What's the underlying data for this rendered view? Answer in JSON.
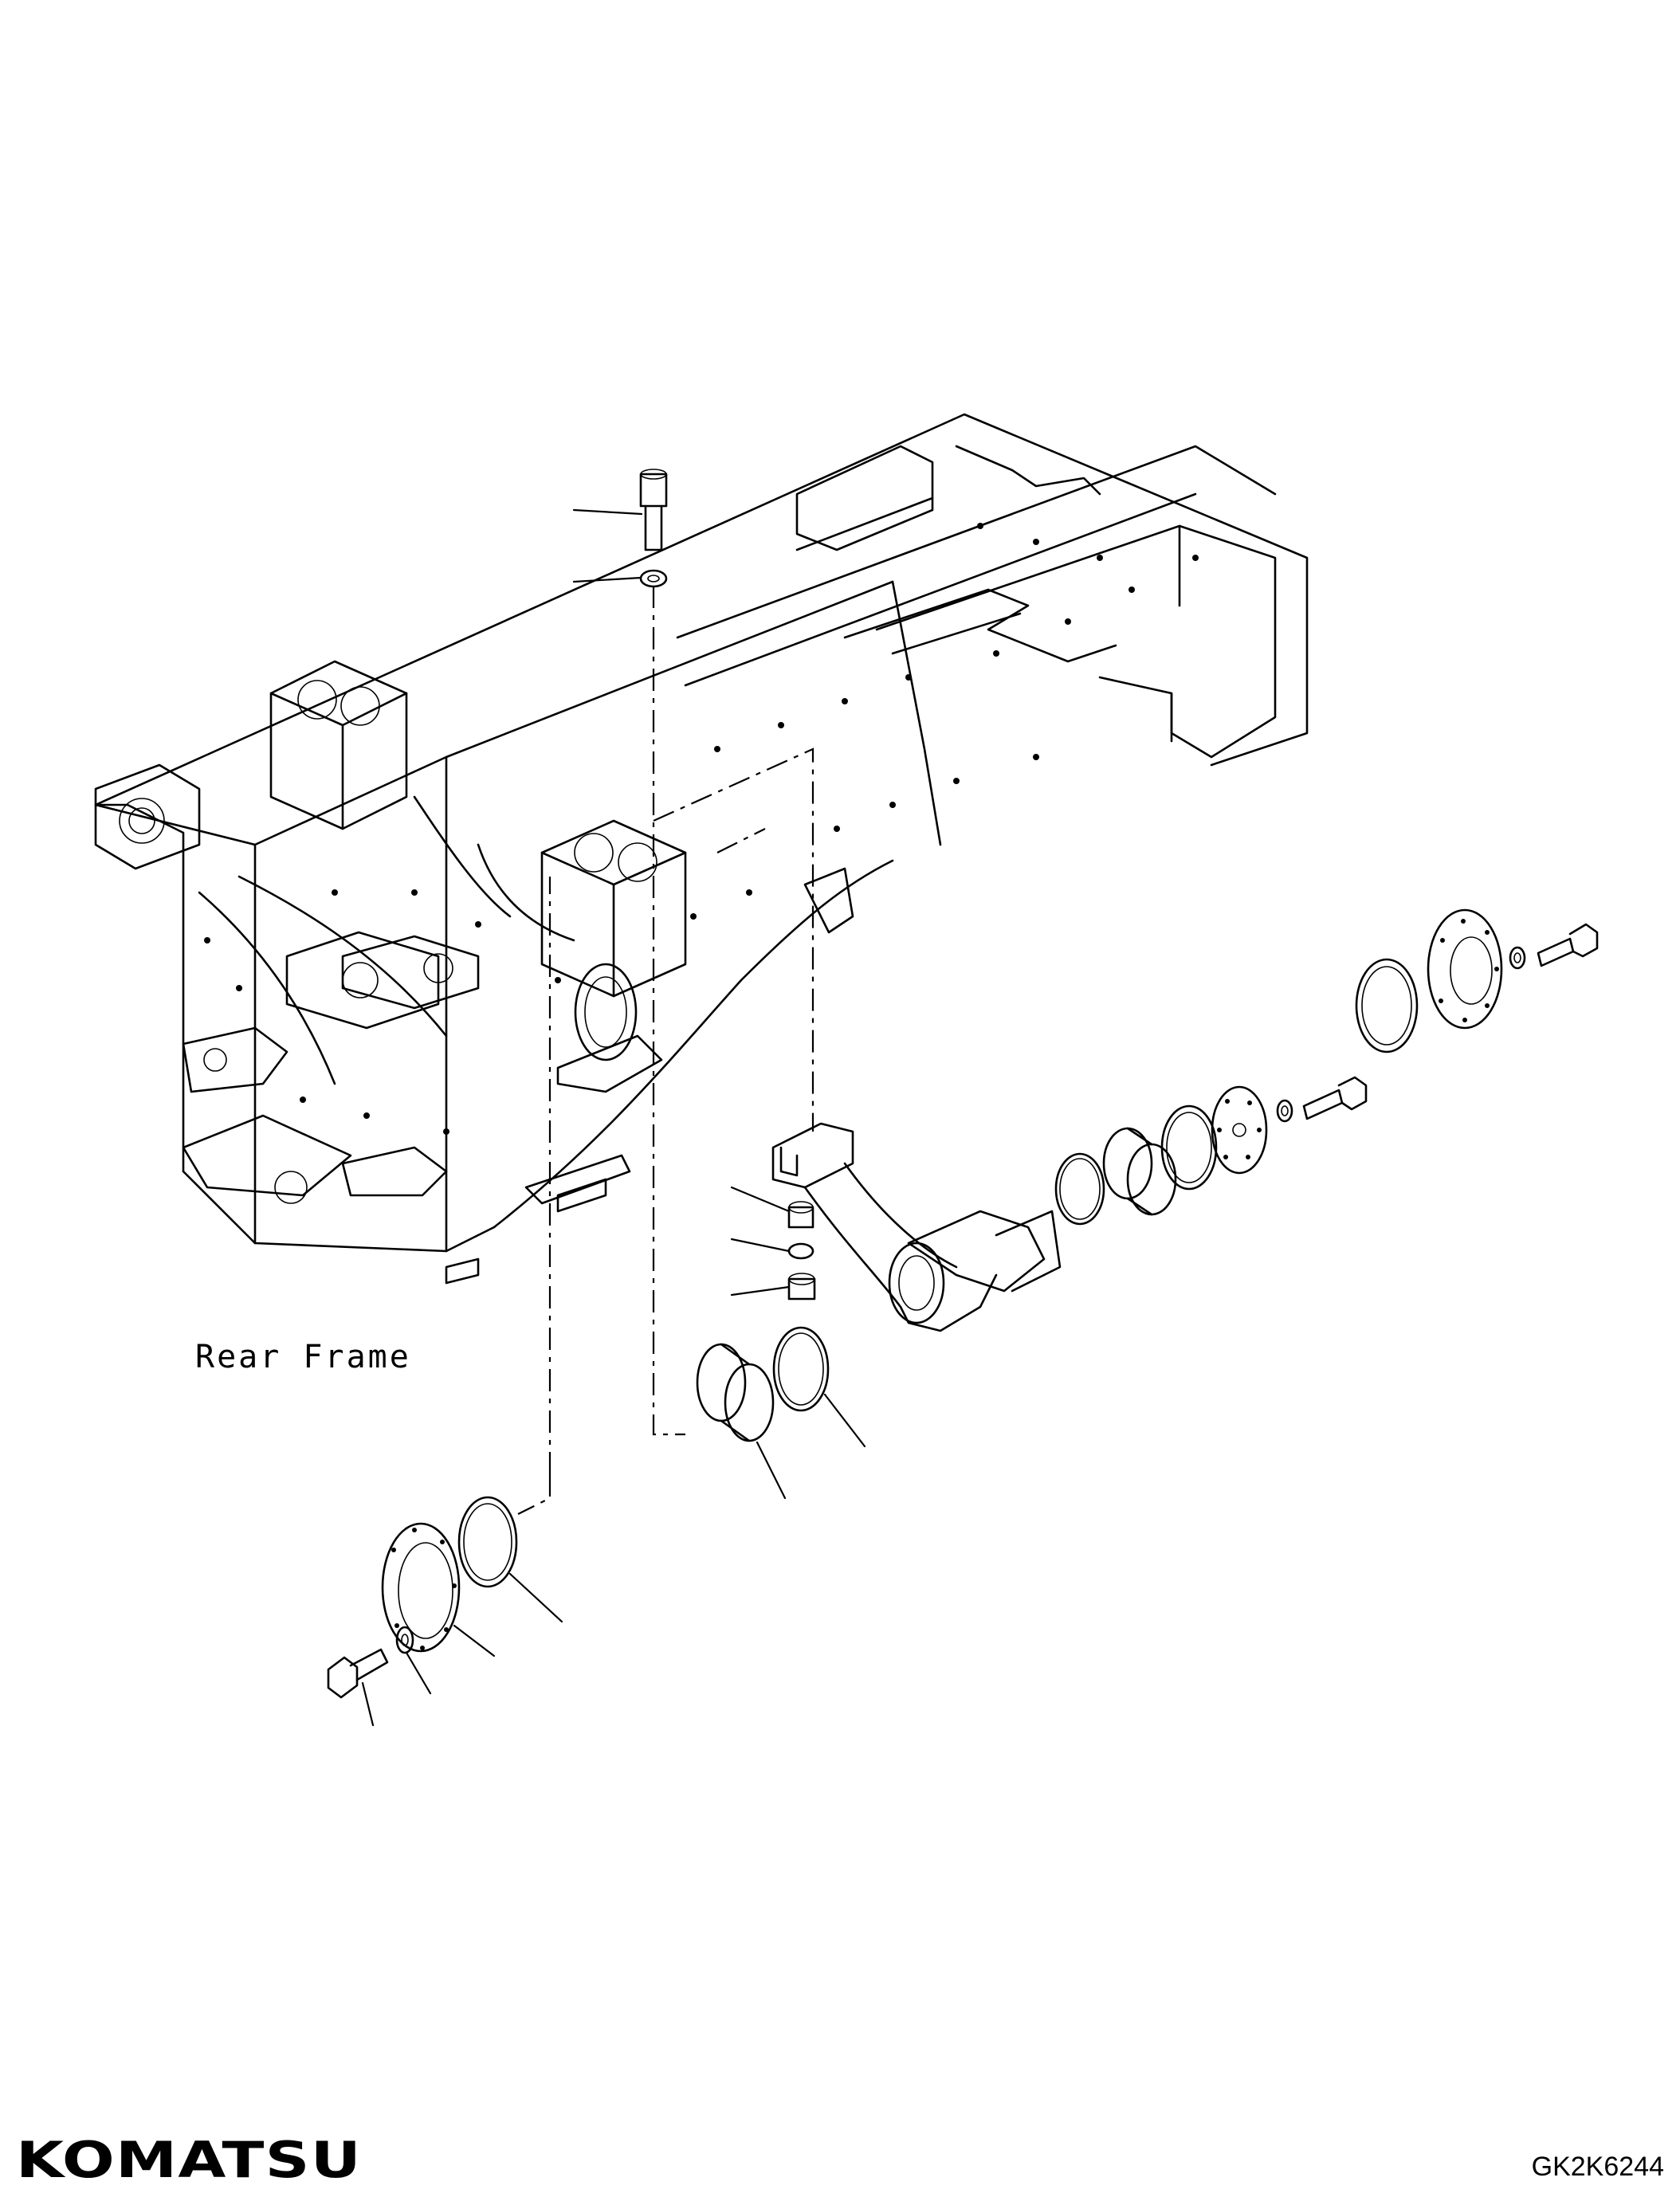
{
  "labels": {
    "frame": "Rear Frame",
    "brand": "KOMATSU",
    "drawing_number": "GK2K6244"
  }
}
